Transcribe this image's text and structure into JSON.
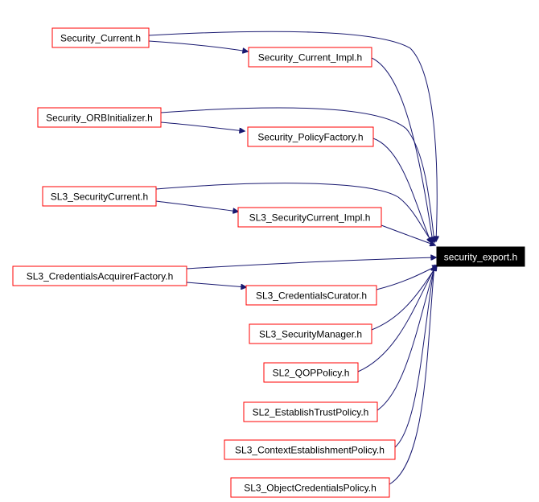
{
  "graph": {
    "colors": {
      "background": "#ffffff",
      "node_border": "#ff0000",
      "root_fill": "#000000",
      "root_text": "#ffffff",
      "edge": "#191970"
    },
    "root": {
      "id": "security_export",
      "label": "security_export.h"
    },
    "nodes": [
      {
        "id": "security_current",
        "label": "Security_Current.h"
      },
      {
        "id": "security_current_impl",
        "label": "Security_Current_Impl.h"
      },
      {
        "id": "security_orbinitializer",
        "label": "Security_ORBInitializer.h"
      },
      {
        "id": "security_policyfactory",
        "label": "Security_PolicyFactory.h"
      },
      {
        "id": "sl3_securitycurrent",
        "label": "SL3_SecurityCurrent.h"
      },
      {
        "id": "sl3_securitycurrent_impl",
        "label": "SL3_SecurityCurrent_Impl.h"
      },
      {
        "id": "sl3_credentialsacquirerfactory",
        "label": "SL3_CredentialsAcquirerFactory.h"
      },
      {
        "id": "sl3_credentialscurator",
        "label": "SL3_CredentialsCurator.h"
      },
      {
        "id": "sl3_securitymanager",
        "label": "SL3_SecurityManager.h"
      },
      {
        "id": "sl2_qoppolicy",
        "label": "SL2_QOPPolicy.h"
      },
      {
        "id": "sl2_establishtrustpolicy",
        "label": "SL2_EstablishTrustPolicy.h"
      },
      {
        "id": "sl3_contextestablishmentpolicy",
        "label": "SL3_ContextEstablishmentPolicy.h"
      },
      {
        "id": "sl3_objectcredentialspolicy",
        "label": "SL3_ObjectCredentialsPolicy.h"
      }
    ],
    "edges": [
      {
        "from": "security_current",
        "to": "security_current_impl"
      },
      {
        "from": "security_current",
        "to": "security_export"
      },
      {
        "from": "security_current_impl",
        "to": "security_export"
      },
      {
        "from": "security_orbinitializer",
        "to": "security_policyfactory"
      },
      {
        "from": "security_orbinitializer",
        "to": "security_export"
      },
      {
        "from": "security_policyfactory",
        "to": "security_export"
      },
      {
        "from": "sl3_securitycurrent",
        "to": "sl3_securitycurrent_impl"
      },
      {
        "from": "sl3_securitycurrent",
        "to": "security_export"
      },
      {
        "from": "sl3_securitycurrent_impl",
        "to": "security_export"
      },
      {
        "from": "sl3_credentialsacquirerfactory",
        "to": "sl3_credentialscurator"
      },
      {
        "from": "sl3_credentialsacquirerfactory",
        "to": "security_export"
      },
      {
        "from": "sl3_credentialscurator",
        "to": "security_export"
      },
      {
        "from": "sl3_securitymanager",
        "to": "security_export"
      },
      {
        "from": "sl2_qoppolicy",
        "to": "security_export"
      },
      {
        "from": "sl2_establishtrustpolicy",
        "to": "security_export"
      },
      {
        "from": "sl3_contextestablishmentpolicy",
        "to": "security_export"
      },
      {
        "from": "sl3_objectcredentialspolicy",
        "to": "security_export"
      }
    ]
  }
}
